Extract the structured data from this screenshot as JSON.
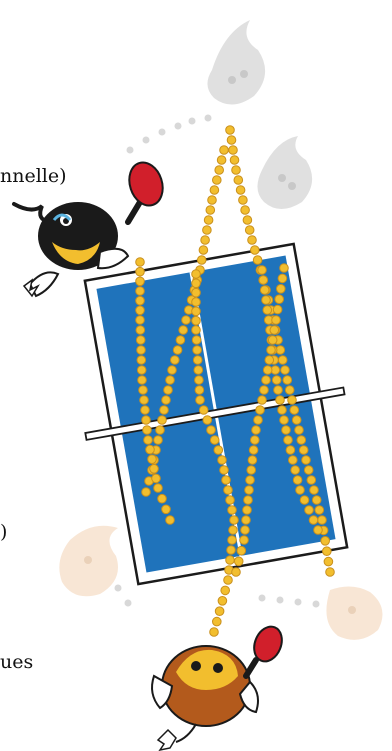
{
  "texts": {
    "label_top": "nnelle)",
    "label_mid": ")",
    "label_bottom": "ues"
  },
  "colors": {
    "table_blue": "#1f73bb",
    "table_border": "#1b1b1b",
    "ball": "#f2be2e",
    "ball_edge": "#c9901d",
    "player_dark": "#1a1a1a",
    "player_orange": "#b35a1c",
    "paddle_red": "#d11f2b",
    "ghost_grey": "#cfcfcf",
    "ghost_peach": "#f5dcc6"
  },
  "icons": [
    "ping-pong-table",
    "dark-player-character",
    "orange-player-character",
    "paddle-icon",
    "ghost-character-icon",
    "ball-trajectory"
  ]
}
